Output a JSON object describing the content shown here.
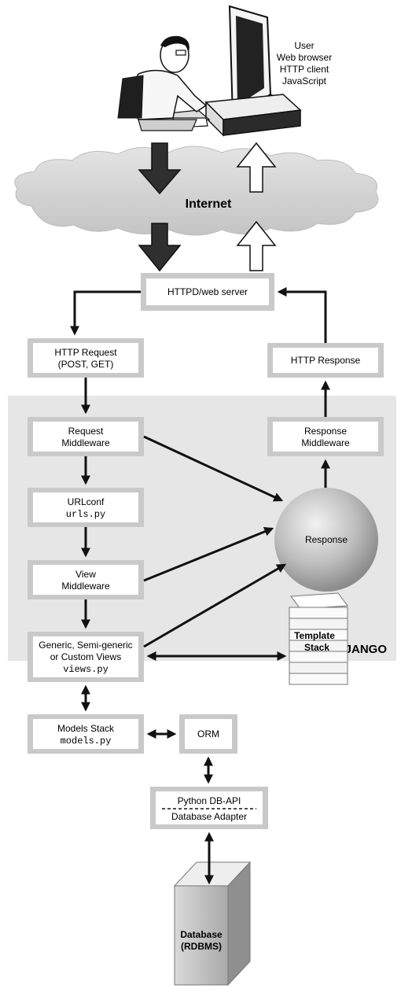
{
  "user": {
    "lines": [
      "User",
      "Web browser",
      "HTTP client",
      "JavaScript"
    ]
  },
  "internet": {
    "label": "Internet"
  },
  "boxes": {
    "httpd": {
      "lines": [
        "HTTPD/web server"
      ]
    },
    "http_request": {
      "lines": [
        "HTTP Request",
        "(POST, GET)"
      ]
    },
    "http_response": {
      "lines": [
        "HTTP Response"
      ]
    },
    "request_middleware": {
      "lines": [
        "Request",
        "Middleware"
      ]
    },
    "response_middleware": {
      "lines": [
        "Response",
        "Middleware"
      ]
    },
    "urlconf": {
      "lines": [
        "URLconf"
      ],
      "code": "urls.py"
    },
    "view_middleware": {
      "lines": [
        "View",
        "Middleware"
      ]
    },
    "views": {
      "lines": [
        "Generic, Semi-generic",
        "or Custom Views"
      ],
      "code": "views.py"
    },
    "models": {
      "lines": [
        "Models Stack"
      ],
      "code": "models.py"
    },
    "orm": {
      "lines": [
        "ORM"
      ]
    },
    "db_api": {
      "top": "Python DB-API",
      "bottom": "Database Adapter"
    }
  },
  "response_circle": {
    "label": "Response"
  },
  "template_stack": {
    "lines": [
      "Template",
      "Stack"
    ]
  },
  "django": {
    "label": "DJANGO"
  },
  "database": {
    "lines": [
      "Database",
      "(RDBMS)"
    ]
  },
  "colors": {
    "panel": "#e6e6e6",
    "bevel": "#c9c9c9",
    "arrow_fill": "#333333",
    "arrow_up_fill": "#ffffff",
    "cloud": "#d4d4d4"
  }
}
